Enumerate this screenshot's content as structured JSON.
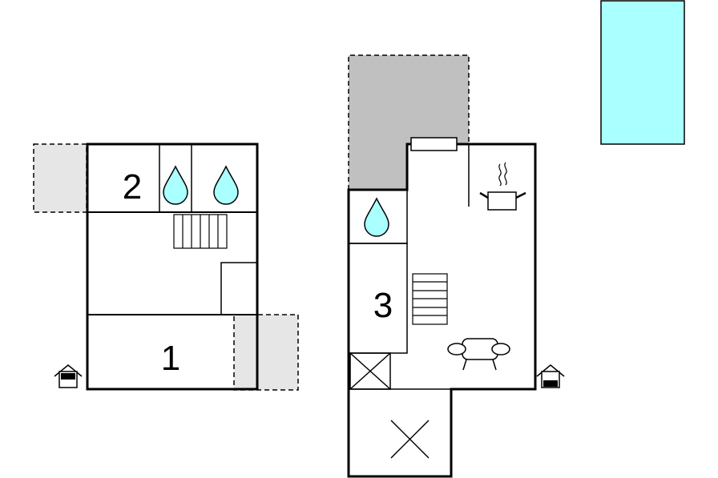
{
  "floor_plan": {
    "rooms": [
      {
        "label": "1"
      },
      {
        "label": "2"
      },
      {
        "label": "3"
      }
    ],
    "legend_colors": {
      "terrace": "#e6e6e6",
      "covered_terrace": "#c0c0c0",
      "pool": "#aaffff"
    },
    "icons": [
      "water-drop-icon",
      "stairs-icon",
      "kitchen-pot-icon",
      "sofa-icon",
      "entrance-icon",
      "void-cross-icon"
    ]
  }
}
